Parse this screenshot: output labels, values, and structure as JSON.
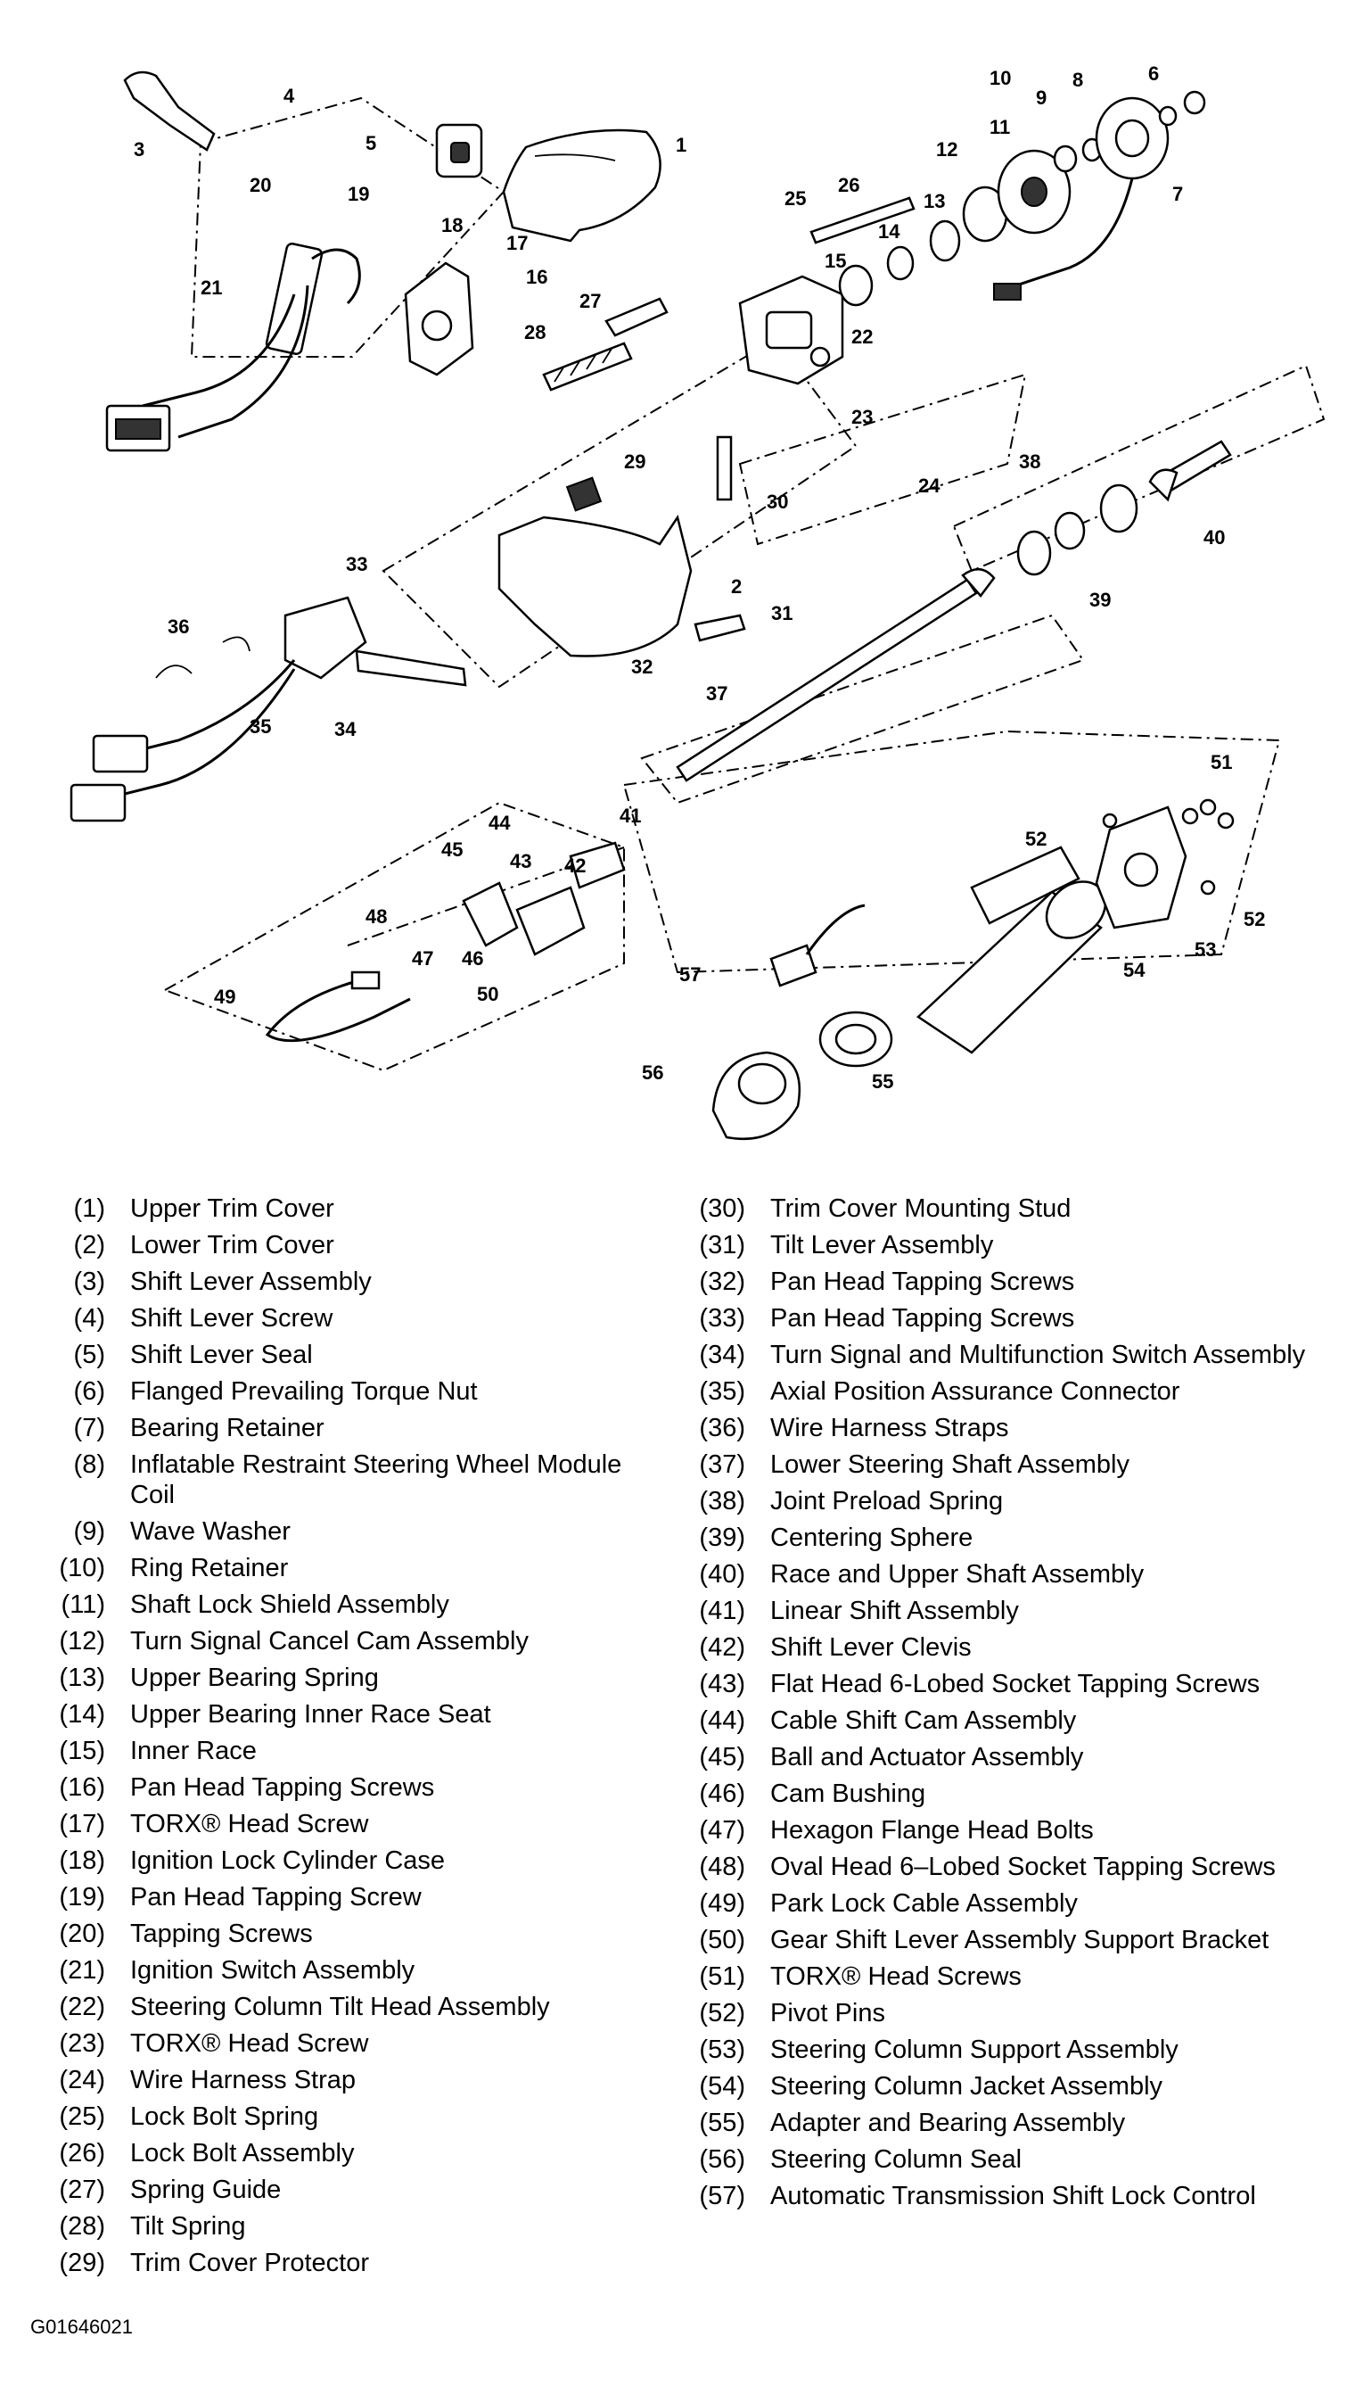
{
  "figure_id": "G01646021",
  "callouts": [
    "1",
    "2",
    "3",
    "4",
    "5",
    "6",
    "7",
    "8",
    "9",
    "10",
    "11",
    "12",
    "13",
    "14",
    "15",
    "16",
    "17",
    "18",
    "19",
    "20",
    "21",
    "22",
    "23",
    "24",
    "25",
    "26",
    "27",
    "28",
    "29",
    "30",
    "31",
    "32",
    "33",
    "34",
    "35",
    "36",
    "37",
    "38",
    "39",
    "40",
    "41",
    "42",
    "43",
    "44",
    "45",
    "46",
    "47",
    "48",
    "49",
    "50",
    "51",
    "52",
    "53",
    "54",
    "55",
    "56",
    "57"
  ],
  "legend": [
    {
      "num": "1",
      "text": "Upper Trim Cover"
    },
    {
      "num": "2",
      "text": "Lower Trim Cover"
    },
    {
      "num": "3",
      "text": "Shift Lever Assembly"
    },
    {
      "num": "4",
      "text": "Shift Lever Screw"
    },
    {
      "num": "5",
      "text": "Shift Lever Seal"
    },
    {
      "num": "6",
      "text": "Flanged Prevailing Torque Nut"
    },
    {
      "num": "7",
      "text": "Bearing Retainer"
    },
    {
      "num": "8",
      "text": "Inflatable Restraint Steering Wheel Module Coil"
    },
    {
      "num": "9",
      "text": "Wave Washer"
    },
    {
      "num": "10",
      "text": "Ring Retainer"
    },
    {
      "num": "11",
      "text": "Shaft Lock Shield Assembly"
    },
    {
      "num": "12",
      "text": "Turn Signal Cancel Cam Assembly"
    },
    {
      "num": "13",
      "text": "Upper Bearing Spring"
    },
    {
      "num": "14",
      "text": "Upper Bearing Inner Race Seat"
    },
    {
      "num": "15",
      "text": "Inner Race"
    },
    {
      "num": "16",
      "text": "Pan Head Tapping Screws"
    },
    {
      "num": "17",
      "text": "TORX® Head Screw"
    },
    {
      "num": "18",
      "text": "Ignition Lock Cylinder Case"
    },
    {
      "num": "19",
      "text": "Pan Head Tapping Screw"
    },
    {
      "num": "20",
      "text": "Tapping Screws"
    },
    {
      "num": "21",
      "text": "Ignition Switch Assembly"
    },
    {
      "num": "22",
      "text": "Steering Column Tilt Head Assembly"
    },
    {
      "num": "23",
      "text": "TORX® Head Screw"
    },
    {
      "num": "24",
      "text": "Wire Harness Strap"
    },
    {
      "num": "25",
      "text": "Lock Bolt Spring"
    },
    {
      "num": "26",
      "text": "Lock Bolt Assembly"
    },
    {
      "num": "27",
      "text": "Spring Guide"
    },
    {
      "num": "28",
      "text": "Tilt Spring"
    },
    {
      "num": "29",
      "text": "Trim Cover Protector"
    },
    {
      "num": "30",
      "text": "Trim Cover Mounting Stud"
    },
    {
      "num": "31",
      "text": "Tilt Lever Assembly"
    },
    {
      "num": "32",
      "text": "Pan Head Tapping Screws"
    },
    {
      "num": "33",
      "text": "Pan Head Tapping Screws"
    },
    {
      "num": "34",
      "text": "Turn Signal and Multifunction Switch Assembly"
    },
    {
      "num": "35",
      "text": "Axial Position Assurance Connector"
    },
    {
      "num": "36",
      "text": "Wire Harness Straps"
    },
    {
      "num": "37",
      "text": "Lower Steering Shaft Assembly"
    },
    {
      "num": "38",
      "text": "Joint Preload Spring"
    },
    {
      "num": "39",
      "text": "Centering Sphere"
    },
    {
      "num": "40",
      "text": "Race and Upper Shaft Assembly"
    },
    {
      "num": "41",
      "text": "Linear Shift Assembly"
    },
    {
      "num": "42",
      "text": "Shift Lever Clevis"
    },
    {
      "num": "43",
      "text": "Flat Head 6-Lobed Socket Tapping Screws"
    },
    {
      "num": "44",
      "text": "Cable Shift Cam Assembly"
    },
    {
      "num": "45",
      "text": "Ball and Actuator Assembly"
    },
    {
      "num": "46",
      "text": "Cam Bushing"
    },
    {
      "num": "47",
      "text": "Hexagon Flange Head Bolts"
    },
    {
      "num": "48",
      "text": "Oval Head 6–Lobed Socket Tapping Screws"
    },
    {
      "num": "49",
      "text": "Park Lock Cable Assembly"
    },
    {
      "num": "50",
      "text": "Gear Shift Lever Assembly Support Bracket"
    },
    {
      "num": "51",
      "text": "TORX® Head Screws"
    },
    {
      "num": "52",
      "text": "Pivot Pins"
    },
    {
      "num": "53",
      "text": "Steering Column Support Assembly"
    },
    {
      "num": "54",
      "text": "Steering Column Jacket Assembly"
    },
    {
      "num": "55",
      "text": "Adapter and Bearing Assembly"
    },
    {
      "num": "56",
      "text": "Steering Column Seal"
    },
    {
      "num": "57",
      "text": "Automatic Transmission Shift Lock Control"
    }
  ]
}
